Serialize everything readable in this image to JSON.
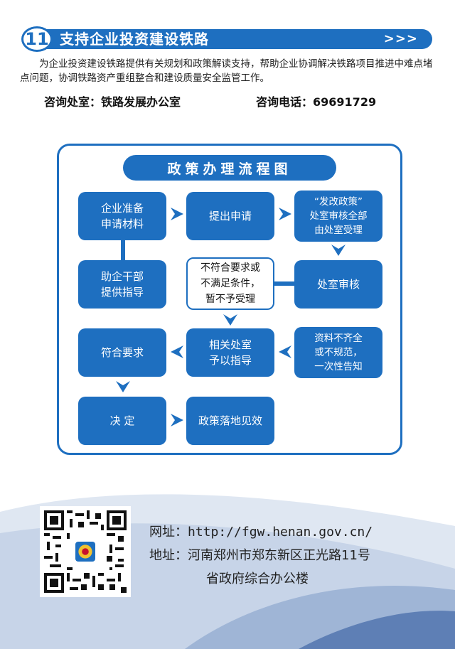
{
  "section": {
    "number": "11",
    "title": "支持企业投资建设铁路",
    "arrows": ">>>"
  },
  "description": "为企业投资建设铁路提供有关规划和政策解读支持，帮助企业协调解决铁路项目推进中难点堵点问题，协调铁路资产重组整合和建设质量安全监管工作。",
  "contact": {
    "office_label": "咨询处室：",
    "office_value": "铁路发展办公室",
    "phone_label": "咨询电话：",
    "phone_value": "69691729"
  },
  "flow": {
    "title": "政策办理流程图",
    "steps": {
      "prepare": "企业准备\n申请材料",
      "submit": "提出申请",
      "accept": "“发改政策”\n处室审核全部\n由处室受理",
      "assist": "助企干部\n提供指导",
      "reject": "不符合要求或\n不满足条件，\n暂不予受理",
      "review": "处室审核",
      "qualify": "符合要求",
      "guide": "相关处室\n予以指导",
      "incomplete": "资料不齐全\n或不规范，\n一次性告知",
      "decide": "决  定",
      "effect": "政策落地见效"
    }
  },
  "footer": {
    "url_label": "网址：",
    "url_value": "http://fgw.henan.gov.cn/",
    "addr_label": "地址：",
    "addr_value_1": "河南郑州市郑东新区正光路11号",
    "addr_value_2": "省政府综合办公楼"
  },
  "colors": {
    "brand_blue": "#1e6fc0",
    "wave_light": "#dfe7f2",
    "wave_mid": "#9fb5d6",
    "wave_dark": "#5e7fb5"
  }
}
